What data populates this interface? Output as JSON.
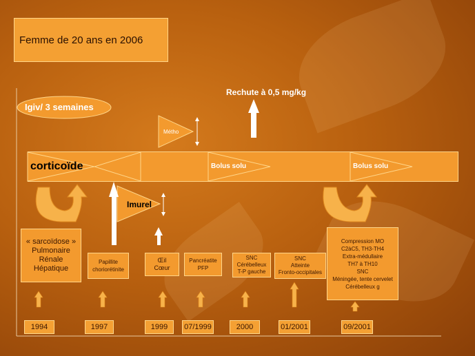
{
  "title": "Femme de 20 ans en 2006",
  "igiv_label": "Igiv/ 3 semaines",
  "rechute_label": "Rechute à 0,5 mg/kg",
  "metho_label": "Métho",
  "corticoide_label": "corticoïde",
  "bolus1_label": "Bolus solu",
  "bolus2_label": "Bolus solu",
  "imurel_label": "Imurel",
  "events": [
    "« sarcoïdose »\nPulmonaire\nRénale\nHépatique",
    "Papillite\nchoriorétinite",
    "Œil\nCœur",
    "Pancréatite\nPFP",
    "SNC\nCérébelleux\nT-P gauche",
    "SNC\nAtteinte\nFronto-occipitales",
    "Compression MO\nC2àC5, TH3-TH4\nExtra-médullaire\nTH7 à TH10\nSNC\nMéningée, tente cervelet\nCérébelleux g"
  ],
  "dates": [
    "1994",
    "1997",
    "1999",
    "07/1999",
    "2000",
    "01/2001",
    "09/2001"
  ],
  "colors": {
    "box_fill": "#f39a2e",
    "box_border": "#ffd68a",
    "arrow": "#f7b24a",
    "white": "#ffffff"
  }
}
